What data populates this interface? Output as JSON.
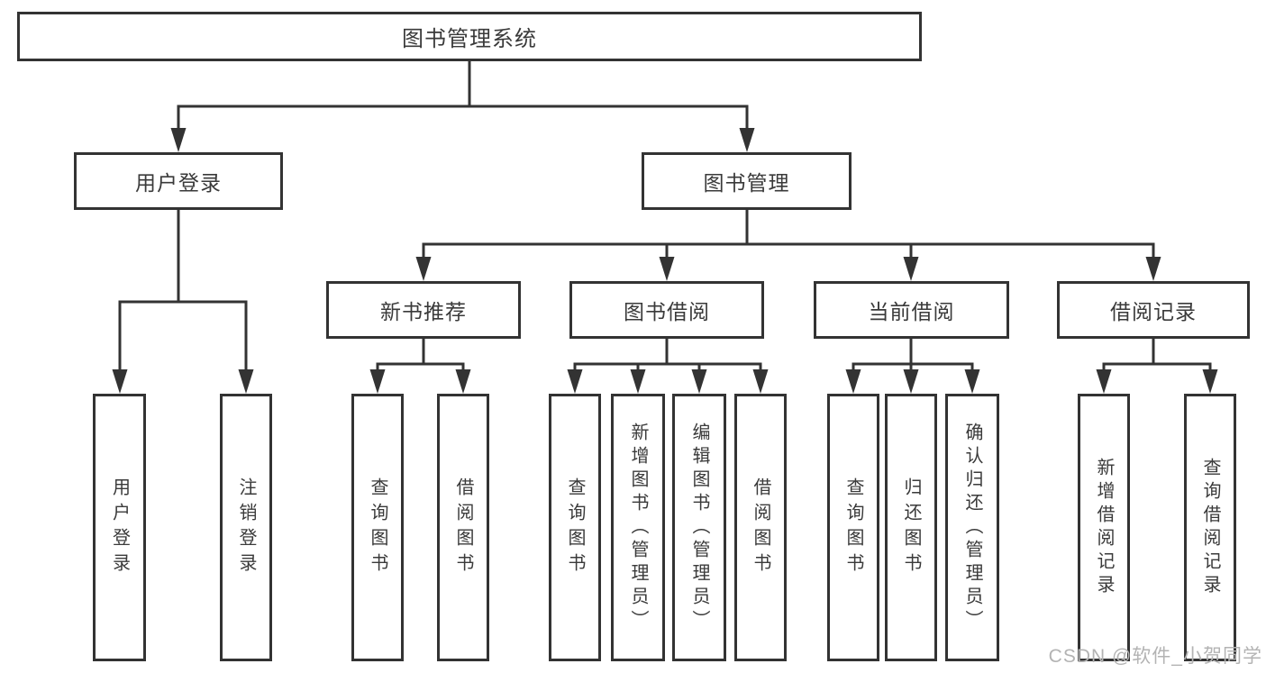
{
  "diagram": {
    "title": "图书管理系统",
    "root": {
      "label": "图书管理系统"
    },
    "level2": [
      {
        "label": "用户登录"
      },
      {
        "label": "图书管理"
      }
    ],
    "level3": [
      {
        "label": "新书推荐"
      },
      {
        "label": "图书借阅"
      },
      {
        "label": "当前借阅"
      },
      {
        "label": "借阅记录"
      }
    ],
    "leaves": [
      {
        "label": "用户登录",
        "parent": "用户登录"
      },
      {
        "label": "注销登录",
        "parent": "用户登录"
      },
      {
        "label": "查询图书",
        "parent": "新书推荐"
      },
      {
        "label": "借阅图书",
        "parent": "新书推荐"
      },
      {
        "label": "查询图书",
        "parent": "图书借阅"
      },
      {
        "label": "新增图书（管理员）",
        "parent": "图书借阅"
      },
      {
        "label": "编辑图书（管理员）",
        "parent": "图书借阅"
      },
      {
        "label": "借阅图书",
        "parent": "图书借阅"
      },
      {
        "label": "查询图书",
        "parent": "当前借阅"
      },
      {
        "label": "归还图书",
        "parent": "当前借阅"
      },
      {
        "label": "确认归还（管理员）",
        "parent": "当前借阅"
      },
      {
        "label": "新增借阅记录",
        "parent": "借阅记录"
      },
      {
        "label": "查询借阅记录",
        "parent": "借阅记录"
      }
    ],
    "watermark": "CSDN @软件_小贺同学",
    "colors": {
      "line": "#333333",
      "text": "#3a3a3a",
      "watermark": "#b3b3b3",
      "background": "#ffffff"
    }
  }
}
